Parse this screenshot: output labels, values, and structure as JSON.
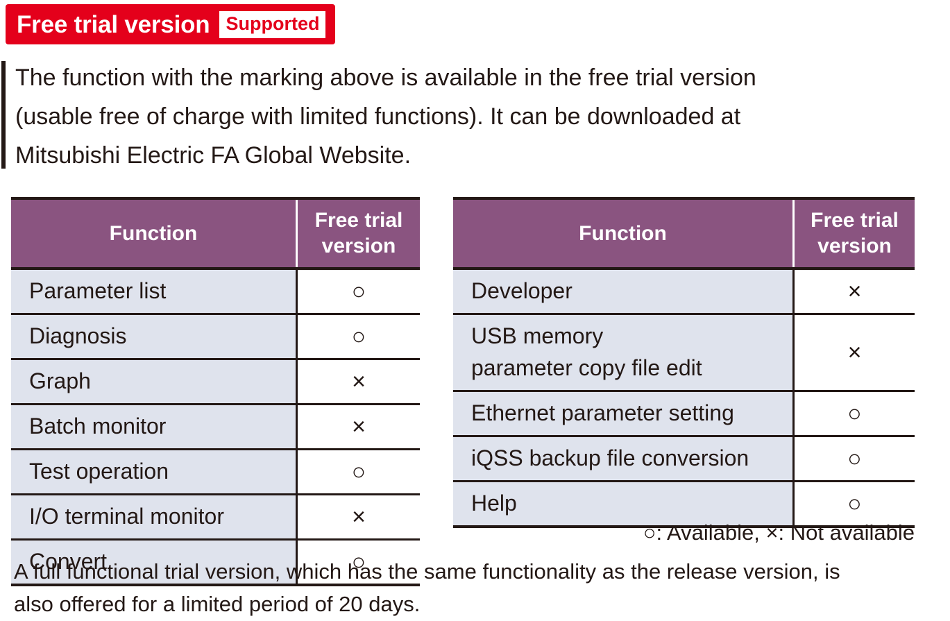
{
  "badge": {
    "title": "Free trial version",
    "chip": "Supported",
    "color": "#e4001b"
  },
  "intro": {
    "text": "The function with the marking above is available in the free trial version\n(usable free of charge with limited functions). It can be downloaded at\nMitsubishi Electric FA Global Website."
  },
  "tables": {
    "header_color": "#8a5480",
    "row_color": "#dfe3ed",
    "left": {
      "columns": [
        "Function",
        "Free trial\nversion"
      ],
      "col_function": "Function",
      "col_trial_line1": "Free trial",
      "col_trial_line2": "version",
      "rows": [
        {
          "function": "Parameter list",
          "trial": "○"
        },
        {
          "function": "Diagnosis",
          "trial": "○"
        },
        {
          "function": "Graph",
          "trial": "×"
        },
        {
          "function": "Batch monitor",
          "trial": "×"
        },
        {
          "function": "Test operation",
          "trial": "○"
        },
        {
          "function": "I/O terminal monitor",
          "trial": "×"
        },
        {
          "function": "Convert",
          "trial": "○"
        }
      ]
    },
    "right": {
      "columns": [
        "Function",
        "Free trial\nversion"
      ],
      "col_function": "Function",
      "col_trial_line1": "Free trial",
      "col_trial_line2": "version",
      "rows": [
        {
          "function": "Developer",
          "function_line2": "",
          "trial": "×"
        },
        {
          "function": "USB memory",
          "function_line2": "parameter copy file edit",
          "trial": "×"
        },
        {
          "function": "Ethernet parameter setting",
          "function_line2": "",
          "trial": "○"
        },
        {
          "function": "iQSS backup file conversion",
          "function_line2": "",
          "trial": "○"
        },
        {
          "function": "Help",
          "function_line2": "",
          "trial": "○"
        }
      ]
    }
  },
  "legend": {
    "text": "○: Available,  ×: Not available"
  },
  "footer": {
    "text": "A full functional trial version, which has the same functionality as the release version, is\nalso offered for a limited period of 20 days."
  }
}
